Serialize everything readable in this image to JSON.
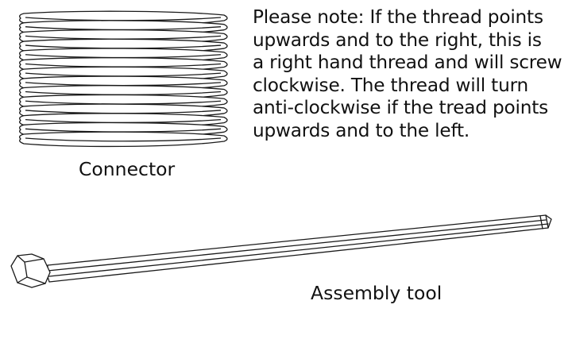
{
  "note": {
    "lines": [
      "Please note: If the thread points",
      "upwards and to the right, this is",
      "a right hand thread and will screw",
      "clockwise. The thread will turn",
      "anti-clockwise if the tread points",
      "upwards and to the left."
    ]
  },
  "labels": {
    "connector": "Connector",
    "assembly_tool": "Assembly tool"
  },
  "illustrations": {
    "connector": "threaded-connector-drawing",
    "assembly_tool": "assembly-tool-rod-drawing"
  },
  "colors": {
    "line": "#1a1a1a",
    "background": "#ffffff"
  }
}
